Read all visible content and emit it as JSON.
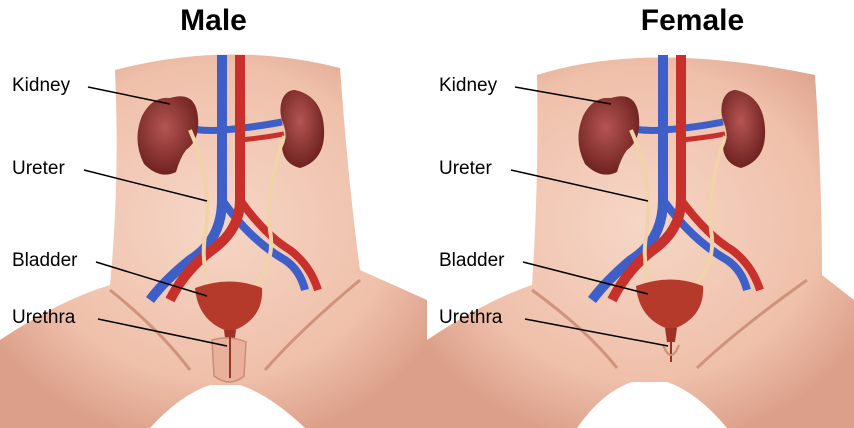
{
  "panels": [
    {
      "title": "Male",
      "labels": {
        "kidney": "Kidney",
        "ureter": "Ureter",
        "bladder": "Bladder",
        "urethra": "Urethra"
      }
    },
    {
      "title": "Female",
      "labels": {
        "kidney": "Kidney",
        "ureter": "Ureter",
        "bladder": "Bladder",
        "urethra": "Urethra"
      }
    }
  ],
  "colors": {
    "skin": "#f2c7b4",
    "skin_shadow": "#d99e8a",
    "kidney": "#8c2f2c",
    "artery": "#c8312b",
    "vein": "#3f5fc8",
    "ureter": "#f0d3a8",
    "bladder": "#b53a2c"
  }
}
